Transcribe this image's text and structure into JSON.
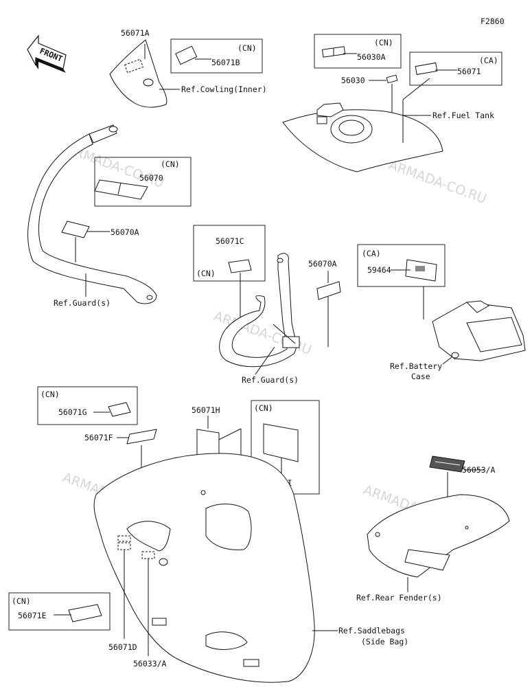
{
  "diagram_code": "F2860",
  "front_label": "FRONT",
  "watermark": "ARMADA-CO.RU",
  "region_cn": "(CN)",
  "region_ca": "(CA)",
  "parts": {
    "p56071A": "56071A",
    "p56071B": "56071B",
    "p56030A": "56030A",
    "p56030": "56030",
    "p56071": "56071",
    "p56070": "56070",
    "p56070A_left": "56070A",
    "p56071C": "56071C",
    "p56070A_mid": "56070A",
    "p59464": "59464",
    "p56071G": "56071G",
    "p56071F": "56071F",
    "p56071H": "56071H",
    "p56071I": "56071I",
    "p56053A": "56053/A",
    "p56071E": "56071E",
    "p56071D": "56071D",
    "p56033A": "56033/A"
  },
  "refs": {
    "cowling_inner": "Ref.Cowling(Inner)",
    "fuel_tank": "Ref.Fuel Tank",
    "guard_left": "Ref.Guard(s)",
    "guard_mid": "Ref.Guard(s)",
    "battery_case_1": "Ref.Battery",
    "battery_case_2": "Case",
    "rear_fender": "Ref.Rear Fender(s)",
    "saddlebags_1": "Ref.Saddlebags",
    "saddlebags_2": "(Side Bag)"
  }
}
